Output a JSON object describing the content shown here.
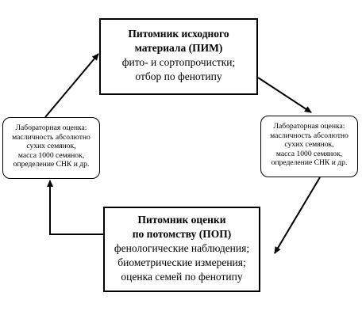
{
  "top": {
    "title_lines": [
      "Питомник исходного",
      "материала (ПИМ)"
    ],
    "text_lines": [
      "фито- и сортопрочистки;",
      "отбор по фенотипу"
    ]
  },
  "bottom": {
    "title_lines": [
      "Питомник оценки",
      "по потомству (ПОП)"
    ],
    "text_lines": [
      "фенологические наблюдения;",
      "биометрические измерения;",
      "оценка семей по фенотипу"
    ]
  },
  "left": {
    "lines": [
      "Лабораторная оценка:",
      "масличность абсолютно",
      "сухих семянок,",
      "масса 1000 семянок,",
      "определение СНК и др."
    ]
  },
  "right": {
    "lines": [
      "Лабораторная оценка:",
      "масличность абсолютно",
      "сухих семянок,",
      "масса 1000 семянок,",
      "определение СНК и др."
    ]
  }
}
